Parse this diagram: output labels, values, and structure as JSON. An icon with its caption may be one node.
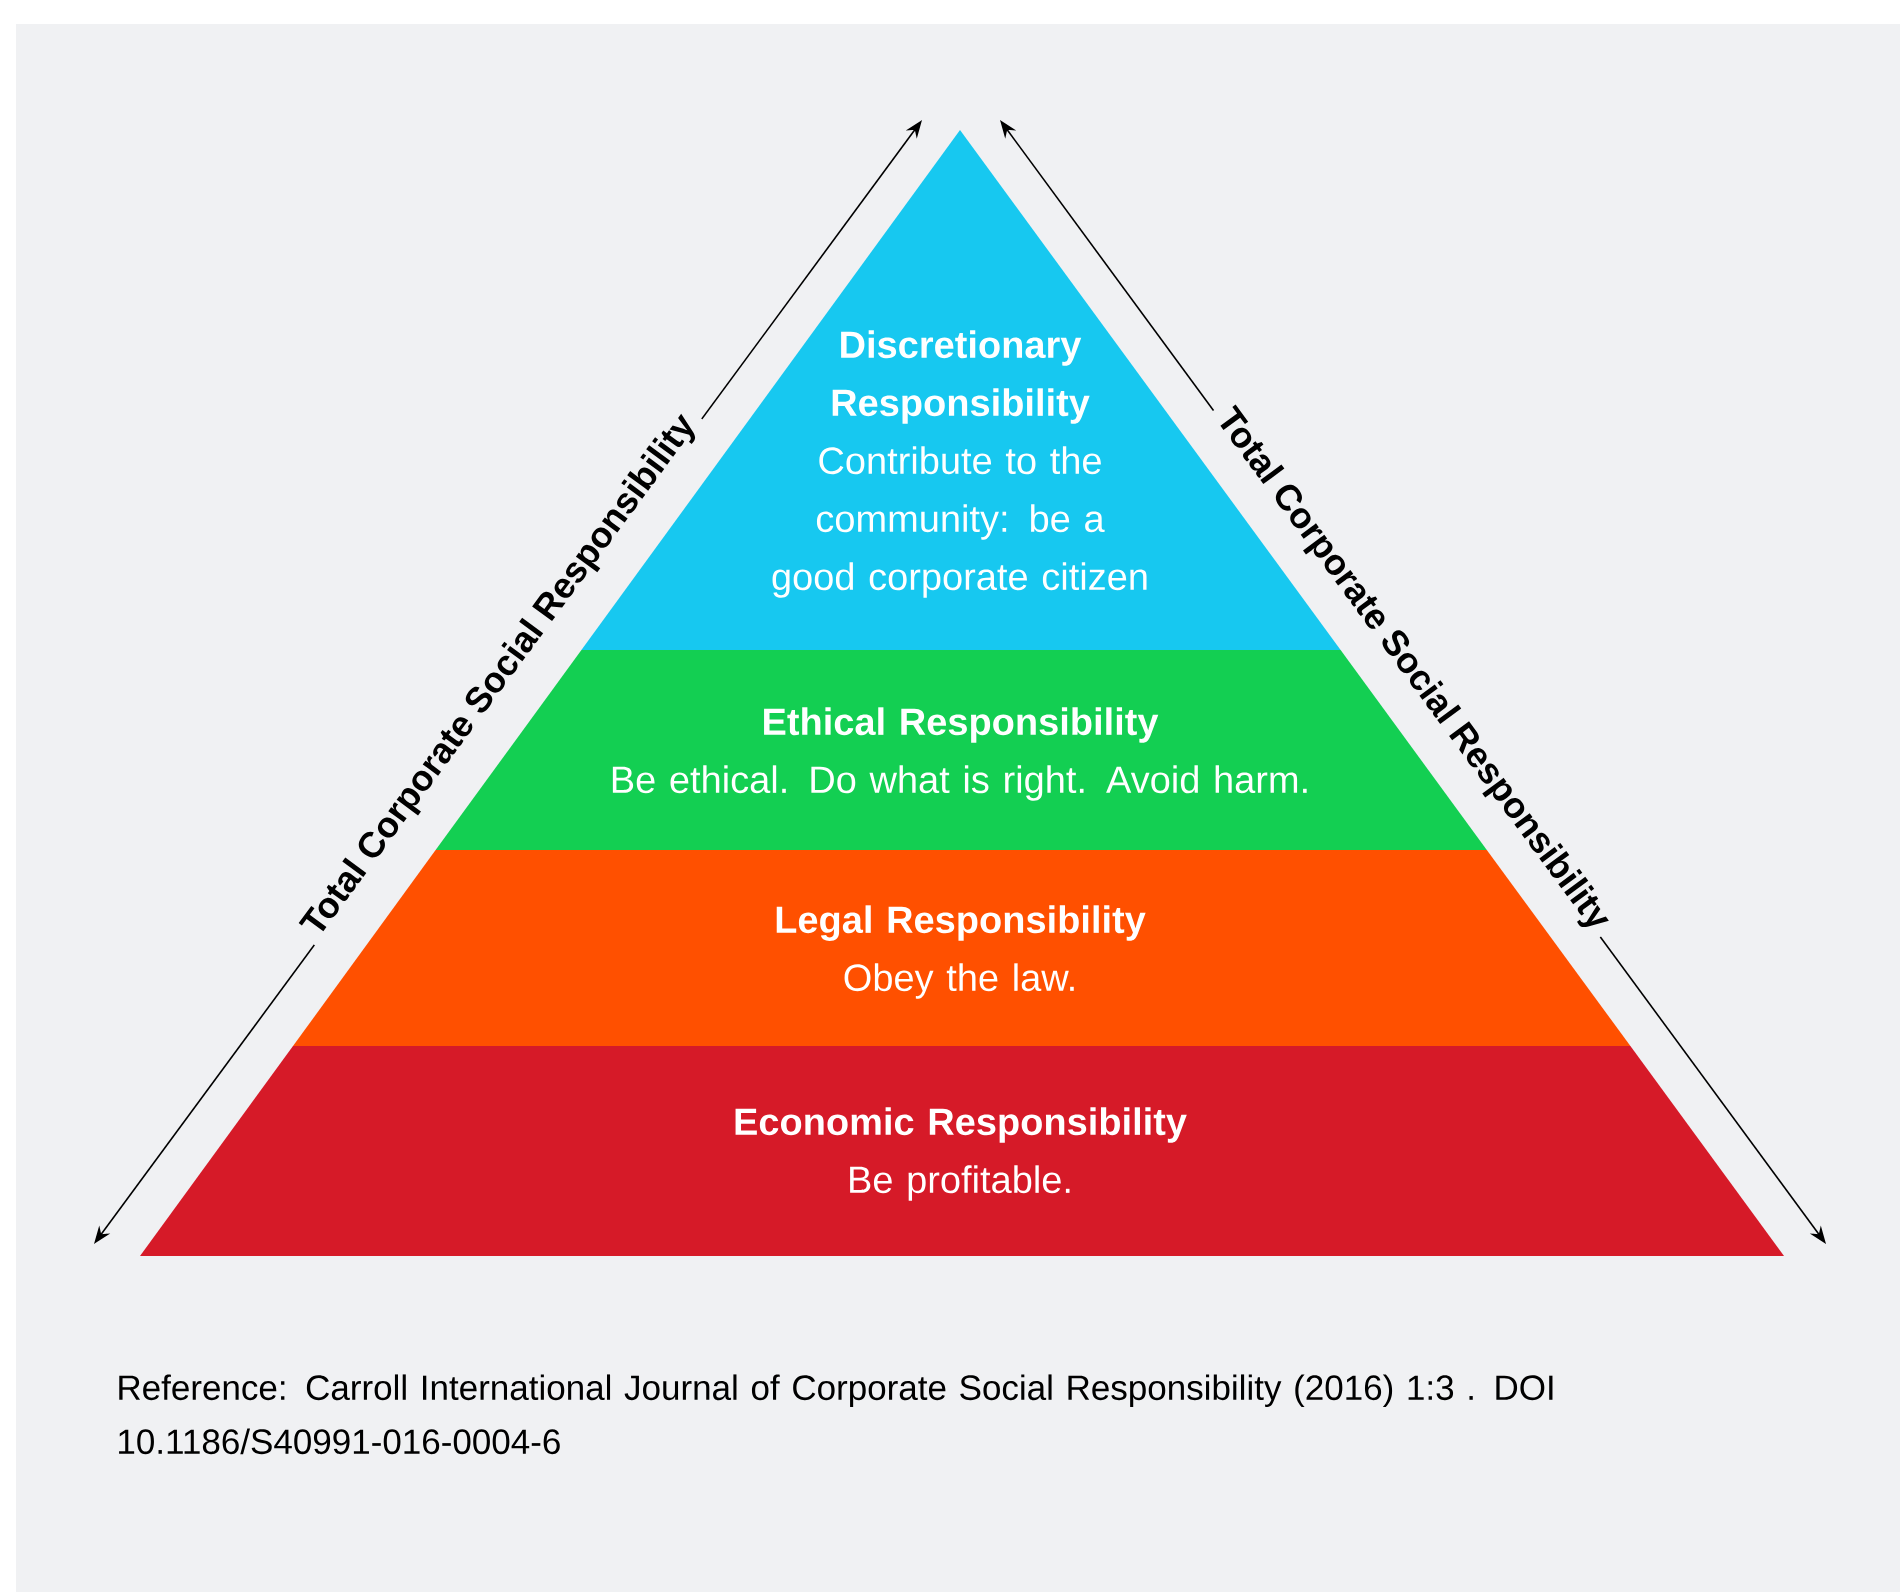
{
  "diagram": {
    "nodes": [
      {
        "text": [
          "Discretionary Responsibility",
          "Contribute to the community: be a good corporate citizen"
        ]
      },
      {
        "text": [
          "Ethical Responsibility",
          "Be ethical. Do what is right. Avoid harm."
        ]
      },
      {
        "text": [
          "Legal Responsibility",
          "Obey the law."
        ]
      },
      {
        "text": [
          "Economic Responsibility",
          "Be profitable."
        ]
      }
    ],
    "edges": [],
    "labels": [
      "Total Corporate Social Responsibility",
      "Total Corporate Social Responsibility",
      "Reference: Carroll International Journal of Corporate Social Responsibility (2016) 1:3 . DOI 10.1186/S40991-016-0004-6"
    ]
  }
}
